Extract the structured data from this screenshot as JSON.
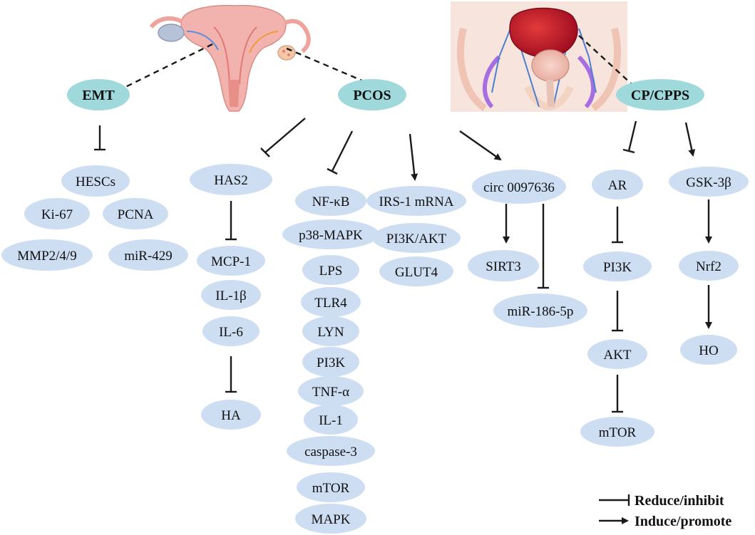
{
  "colors": {
    "node_fill": "#cdddf2",
    "hub_fill": "#9fd9db",
    "line": "#1a1a1a",
    "uterus": "#f2b2ad",
    "bladder": "#c8102e",
    "pelvis": "#f6e2d8"
  },
  "hubs": {
    "emt": "EMT",
    "pcos": "PCOS",
    "cpcpps": "CP/CPPS"
  },
  "emt_group": {
    "hescs": "HESCs",
    "ki67": "Ki-67",
    "pcna": "PCNA",
    "mmp": "MMP2/4/9",
    "mir429": "miR-429"
  },
  "has2_group": {
    "has2": "HAS2",
    "mcp1": "MCP-1",
    "il1b": "IL-1β",
    "il6": "IL-6",
    "ha": "HA"
  },
  "nfkb_column": [
    "NF-κB",
    "p38-MAPK",
    "LPS",
    "TLR4",
    "LYN",
    "PI3K",
    "TNF-α",
    "IL-1",
    "caspase-3",
    "mTOR",
    "MAPK"
  ],
  "irs_column": [
    "IRS-1 mRNA",
    "PI3K/AKT",
    "GLUT4"
  ],
  "circ_group": {
    "circ": "circ 0097636",
    "sirt3": "SIRT3",
    "mir186": "miR-186-5p"
  },
  "ar_chain": [
    "AR",
    "PI3K",
    "AKT",
    "mTOR"
  ],
  "gsk_chain": [
    "GSK-3β",
    "Nrf2",
    "HO"
  ],
  "legend": {
    "inhibit": "Reduce/inhibit",
    "promote": "Induce/promote"
  },
  "icons": {
    "uterus": "uterus-illustration",
    "pelvis": "pelvis-bladder-illustration"
  }
}
